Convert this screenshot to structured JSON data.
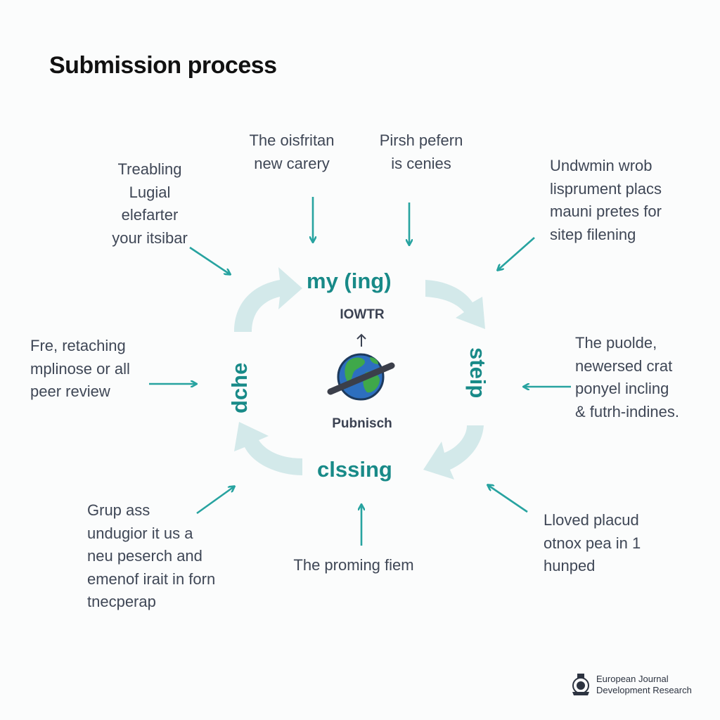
{
  "title": "Submission process",
  "cycle": {
    "top": "my (ing)",
    "right": "steip",
    "bottom": "clssing",
    "left": "dche",
    "center_label_top": "IOWTR",
    "center_label_bottom": "Pubnisch"
  },
  "labels": {
    "top_left": [
      "Treabling",
      "Lugial",
      "elefarter",
      "your itsibar"
    ],
    "top_center_left": [
      "The oisfritan",
      "new carery"
    ],
    "top_center_right": [
      "Pirsh pefern",
      "is cenies"
    ],
    "top_right": [
      "Undwmin wrob",
      "lisprument placs",
      "mauni pretes for",
      "sitep filening"
    ],
    "mid_left": [
      "Fre, retaching",
      "mplinose or all",
      "peer review"
    ],
    "mid_right": [
      "The puolde,",
      "newersed crat",
      "ponyel incling",
      "& futrh-indines."
    ],
    "bottom_left": [
      "Grup ass",
      "undugior it us a",
      "neu peserch and",
      "emenof irait in forn",
      "tnecperap"
    ],
    "bottom_center": [
      "The proming fiem"
    ],
    "bottom_right": [
      "Lloved placud",
      "otnox pea in 1",
      "hunped"
    ]
  },
  "footer": {
    "line1": "European Journal",
    "line2": "Development Research"
  },
  "colors": {
    "accent": "#188a88",
    "arrow": "#27a3a0",
    "cycle_arrow": "#d3e9ea",
    "globe_ocean": "#2d6fbf",
    "globe_land": "#3fa84a"
  }
}
